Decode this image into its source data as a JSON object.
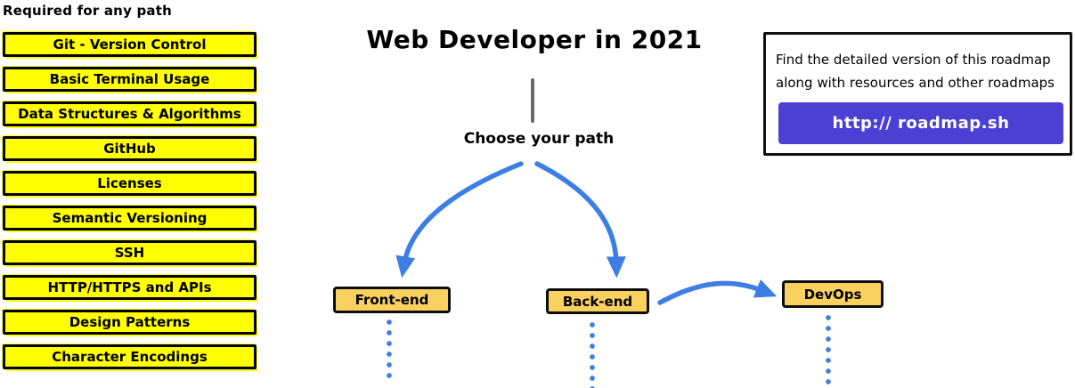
{
  "page": {
    "title": "Web Developer in 2021",
    "choose_path_label": "Choose your path"
  },
  "required_section": {
    "heading": "Required for any path",
    "items": [
      "Git - Version Control",
      "Basic Terminal Usage",
      "Data Structures & Algorithms",
      "GitHub",
      "Licenses",
      "Semantic Versioning",
      "SSH",
      "HTTP/HTTPS and APIs",
      "Design Patterns",
      "Character Encodings"
    ]
  },
  "paths": {
    "nodes": [
      {
        "id": "front-end",
        "label": "Front-end"
      },
      {
        "id": "back-end",
        "label": "Back-end"
      },
      {
        "id": "devops",
        "label": "DevOps"
      }
    ]
  },
  "info_box": {
    "line1": "Find the detailed version of this roadmap",
    "line2": "along with resources and other roadmaps",
    "button_label": "http:// roadmap.sh"
  },
  "colors": {
    "yellow": "#ffff00",
    "amber": "#fad05f",
    "blue": "#3c7ee3",
    "purple": "#4b3fd4",
    "gray": "#6a6a6a"
  }
}
